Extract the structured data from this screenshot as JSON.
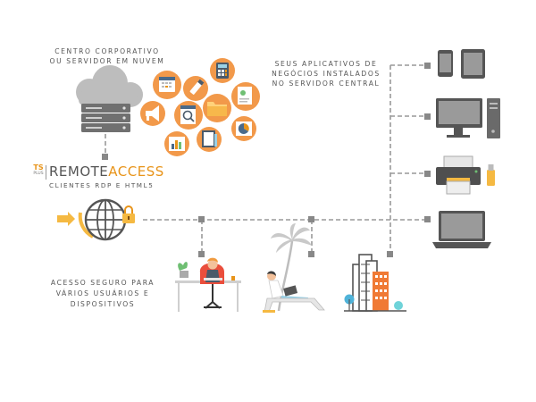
{
  "labels": {
    "cloud_line1": "CENTRO CORPORATIVO",
    "cloud_line2": "OU SERVIDOR EM NUVEM",
    "apps_line1": "SEUS APLICATIVOS DE",
    "apps_line2": "NEGÓCIOS INSTALADOS",
    "apps_line3": "NO SERVIDOR CENTRAL",
    "access_line1": "ACESSO SEGURO PARA",
    "access_line2": "VÁRIOS USUÁRIOS E",
    "access_line3": "DISPOSITIVOS"
  },
  "brand": {
    "ts": "TS",
    "plus": "PLUS",
    "name_part1": "REMOTE",
    "name_part2": "ACCESS",
    "subtitle": "CLIENTES RDP E HTML5"
  },
  "colors": {
    "accent_orange": "#e8941a",
    "circle_orange": "#f2994a",
    "server_gray": "#6f6f6f",
    "cloud_gray": "#bdbdbd",
    "line_gray": "#999999",
    "device_gray": "#555555",
    "text_gray": "#555555"
  },
  "icons": {
    "cloud_server": "cloud-server-icon",
    "app_bubbles": [
      "calculator-icon",
      "calendar-icon",
      "pen-icon",
      "chart-doc-icon",
      "megaphone-icon",
      "search-doc-icon",
      "folder-icon",
      "pie-doc-icon",
      "bar-chart-icon",
      "book-icon",
      "mail-icon"
    ],
    "globe": "globe-lock-icon",
    "devices": [
      "smartphone-icon",
      "tablet-icon",
      "desktop-computer-icon",
      "printer-icon",
      "usb-drive-icon",
      "laptop-icon"
    ],
    "people": [
      "office-worker-icon",
      "beach-worker-icon",
      "palm-tree-icon",
      "city-buildings-icon"
    ]
  }
}
